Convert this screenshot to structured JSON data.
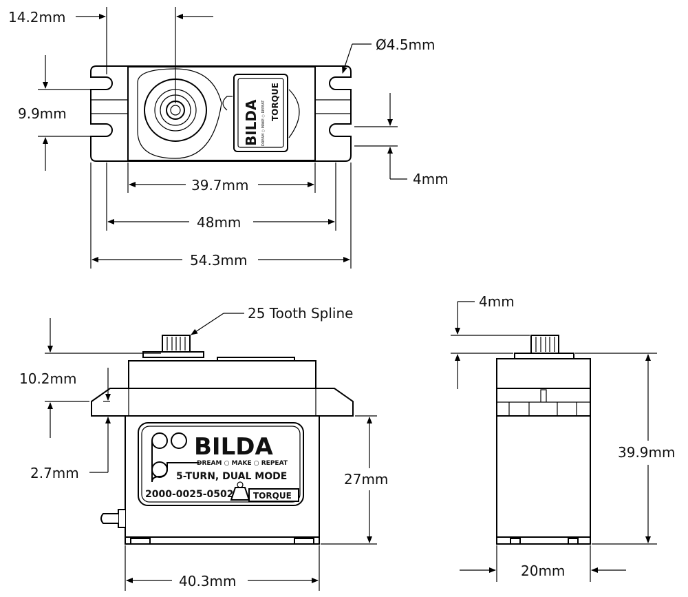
{
  "top_view": {
    "dims": {
      "hole_offset": "14.2mm",
      "hole_diameter": "Ø4.5mm",
      "hole_spacing": "9.9mm",
      "slot_width": "4mm",
      "body_length": "39.7mm",
      "hole_pitch": "48mm",
      "overall_length": "54.3mm"
    },
    "label": {
      "brand": "BILDA",
      "tagline": "DREAM ○ MAKE ○ REPEAT",
      "variant": "TORQUE"
    }
  },
  "front_view": {
    "callout": "25 Tooth Spline",
    "dims": {
      "spline_height": "10.2mm",
      "flange_thickness": "2.7mm",
      "lower_height": "27mm",
      "body_width": "40.3mm"
    },
    "label": {
      "brand": "BILDA",
      "tagline": "DREAM ○ MAKE ○ REPEAT",
      "mode": "5-TURN, DUAL MODE",
      "part_number": "2000-0025-0502",
      "variant": "TORQUE"
    }
  },
  "side_view": {
    "dims": {
      "spline_height": "4mm",
      "overall_height": "39.9mm",
      "depth": "20mm"
    }
  }
}
